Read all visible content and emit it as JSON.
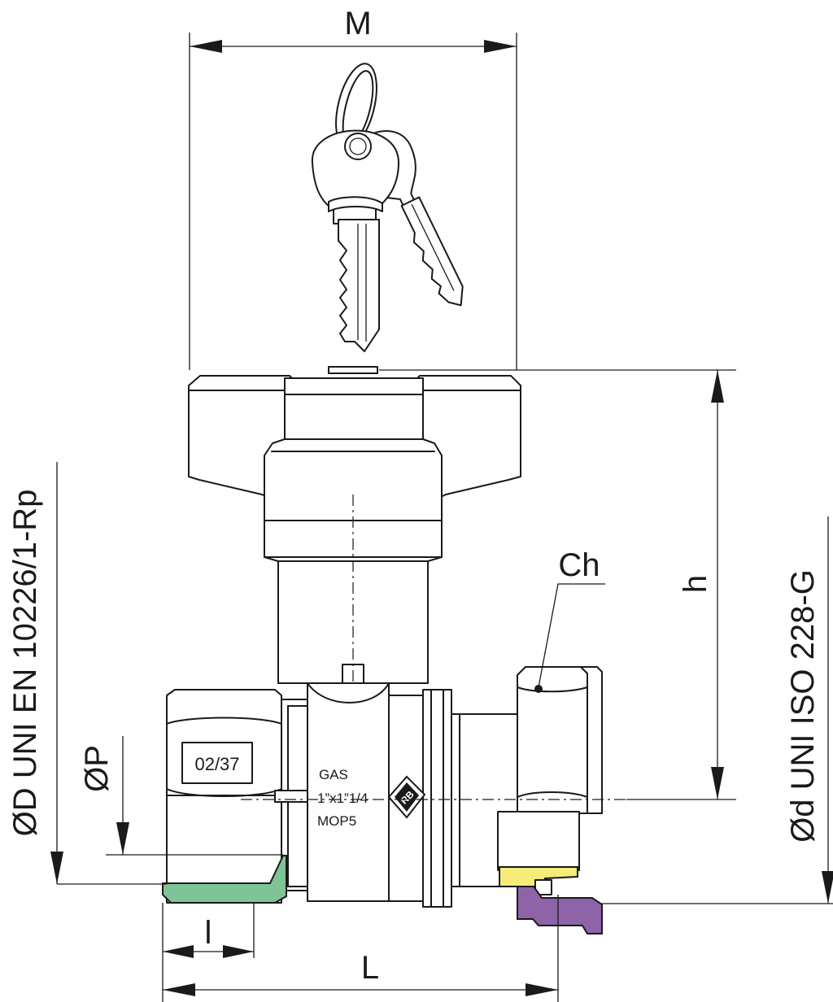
{
  "dimensions": {
    "M": "M",
    "h": "h",
    "Ch": "Ch",
    "L": "L",
    "l": "l",
    "P": "ØP",
    "D": "ØD UNI EN 10226/1-Rp",
    "d": "Ød UNI ISO 228-G"
  },
  "valve_markings": {
    "code": "02/37",
    "line1": "GAS",
    "line2": "1”x1”1/4",
    "line3": "MOP5"
  },
  "colors": {
    "green_seal": "#7fc496",
    "yellow_seal": "#f5ec7a",
    "purple_nut": "#8e63a8",
    "line": "#1a1a1a"
  }
}
